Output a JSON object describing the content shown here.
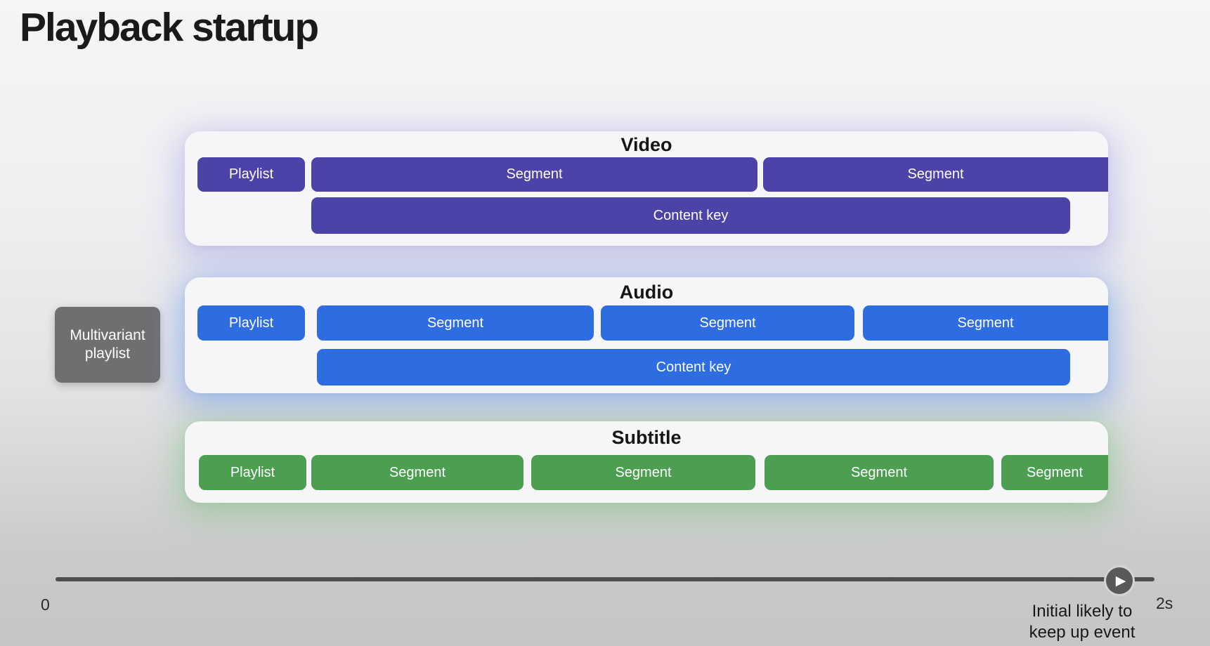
{
  "slide": {
    "title": "Playback startup"
  },
  "multivariant_box": {
    "label": "Multivariant playlist",
    "color": "#6f6f6f"
  },
  "tracks": [
    {
      "title": "Video",
      "color": "#4b43a7",
      "bars": [
        "Playlist",
        "Segment",
        "Segment"
      ],
      "content_key": "Content key"
    },
    {
      "title": "Audio",
      "color": "#2e6ce2",
      "bars": [
        "Playlist",
        "Segment",
        "Segment",
        "Segment"
      ],
      "content_key": "Content key"
    },
    {
      "title": "Subtitle",
      "color": "#4c9e51",
      "bars": [
        "Playlist",
        "Segment",
        "Segment",
        "Segment",
        "Segment"
      ]
    }
  ],
  "timeline": {
    "start_label": "0",
    "end_label": "2s",
    "marker_caption": "Initial likely to keep up event"
  },
  "icons": {
    "play": "▶"
  }
}
